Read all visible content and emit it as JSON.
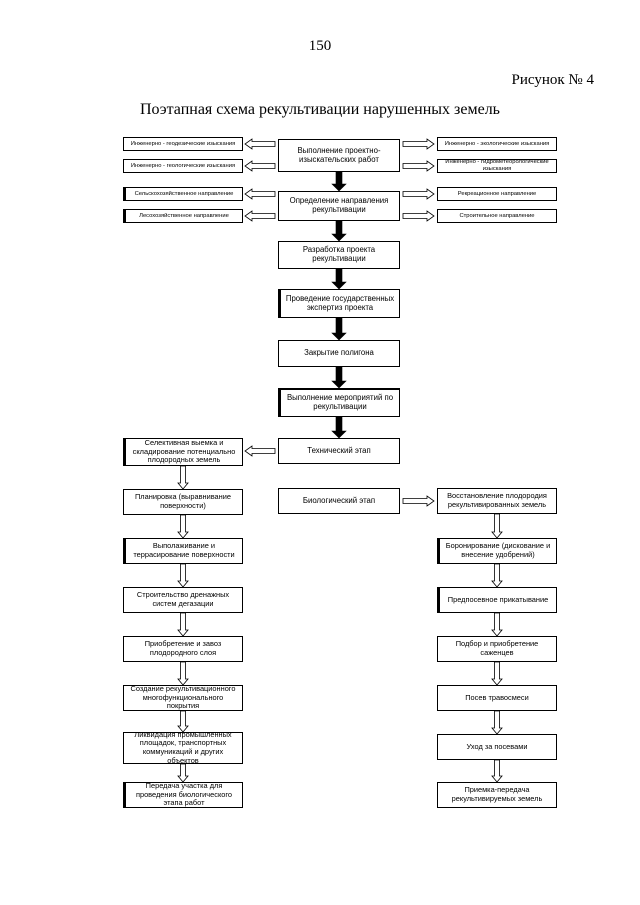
{
  "page_number": "150",
  "figure_label": "Рисунок № 4",
  "title": "Поэтапная схема рекультивации нарушенных земель",
  "main_flow": [
    "Выполнение проектно-изыскательских работ",
    "Определение направления рекультивации",
    "Разработка проекта рекультивации",
    "Проведение государственных экспертиз проекта",
    "Закрытие полигона",
    "Выполнение мероприятий по рекультивации",
    "Технический этап",
    "Биологический этап"
  ],
  "surveys_left": [
    "Инженерно - геодезические изыскания",
    "Инженерно - геологические изыскания"
  ],
  "surveys_right": [
    "Инженерно - экологические изыскания",
    "Инженерно - гидрометеорологические изыскания"
  ],
  "directions_left": [
    "Сельскохозяйственное направление",
    "Лесохозяйственное направление"
  ],
  "directions_right": [
    "Рекреационное направление",
    "Строительное направление"
  ],
  "technical_steps": [
    "Селективная выемка и складирование потенциально плодородных земель",
    "Планировка (выравнивание поверхности)",
    "Выполаживание и террасирование поверхности",
    "Строительство дренажных систем дегазации",
    "Приобретение и завоз плодородного слоя",
    "Создание рекультивационного многофункционального покрытия",
    "Ликвидация промышленных площадок, транспортных коммуникаций и других объектов",
    "Передача участка для проведения биологического этапа работ"
  ],
  "biological_steps": [
    "Восстановление плодородия рекультивированных земель",
    "Боронирование (дискование и внесение удобрений)",
    "Предпосевное прикатывание",
    "Подбор и приобретение саженцев",
    "Посев травосмеси",
    "Уход за посевами",
    "Приемка-передача рекультивируемых земель"
  ]
}
